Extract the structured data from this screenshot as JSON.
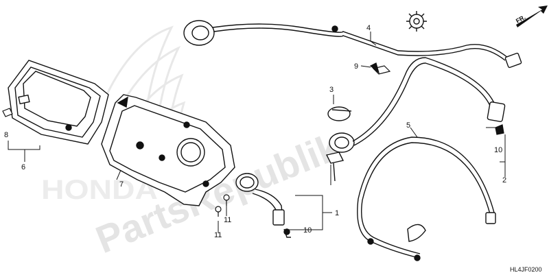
{
  "diagram": {
    "orientation_label": "FR.",
    "drawing_code": "HL4JF0200",
    "watermark_brand": "HONDA",
    "watermark_site": "PartsRepublik",
    "callouts": [
      {
        "id": "c1",
        "label": "1"
      },
      {
        "id": "c2",
        "label": "2"
      },
      {
        "id": "c3",
        "label": "3"
      },
      {
        "id": "c4",
        "label": "4"
      },
      {
        "id": "c5",
        "label": "5"
      },
      {
        "id": "c6",
        "label": "6"
      },
      {
        "id": "c7",
        "label": "7"
      },
      {
        "id": "c8",
        "label": "8"
      },
      {
        "id": "c9",
        "label": "9"
      },
      {
        "id": "c10a",
        "label": "10"
      },
      {
        "id": "c10b",
        "label": "10"
      },
      {
        "id": "c11a",
        "label": "11"
      },
      {
        "id": "c11b",
        "label": "11"
      }
    ]
  },
  "colors": {
    "line": "#111111",
    "watermark": "#e6e6e6"
  },
  "icons": [
    "gear-icon",
    "forward-arrow-icon"
  ]
}
